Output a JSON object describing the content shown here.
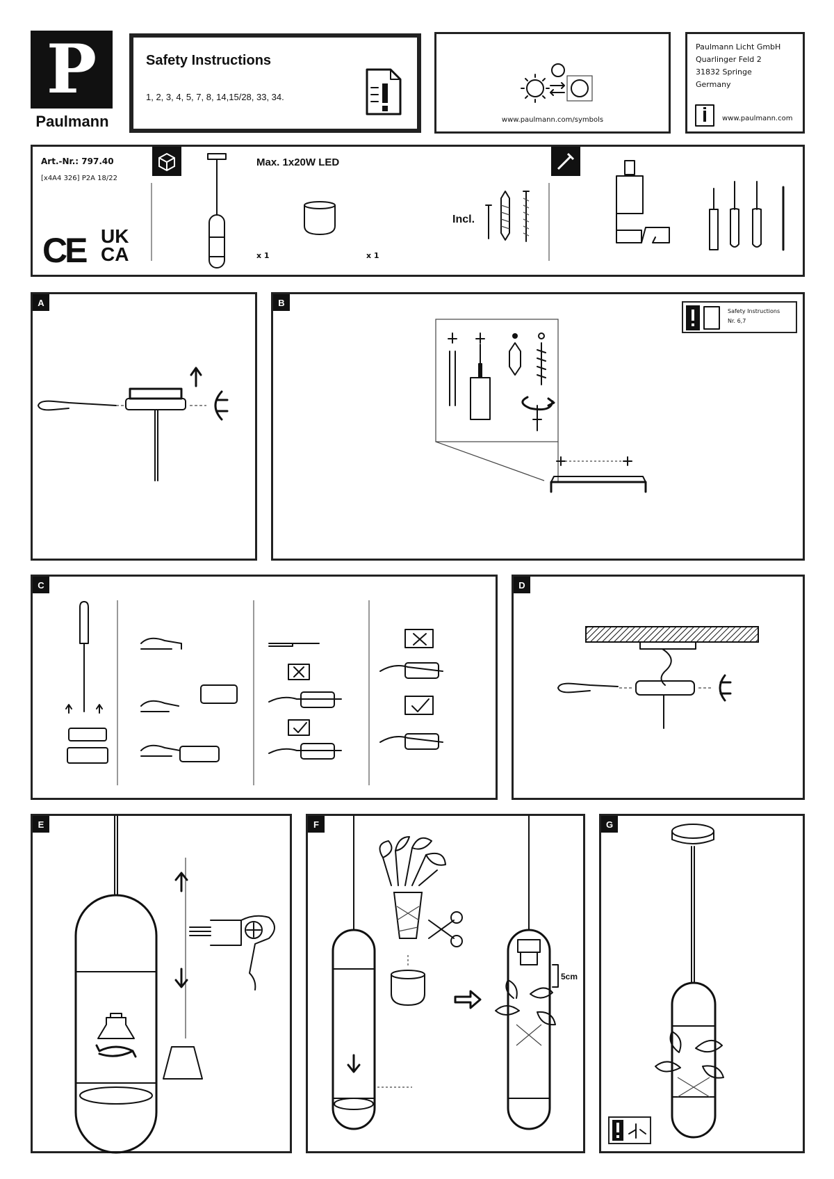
{
  "brand": {
    "logo_letter": "P",
    "name": "Paulmann"
  },
  "safety": {
    "title": "Safety Instructions",
    "items": "1, 2, 3, 4, 5, 7, 8, 14,15/28, 33, 34."
  },
  "symbols": {
    "url": "www.paulmann.com/symbols"
  },
  "company": {
    "line1": "Paulmann Licht GmbH",
    "line2": "Quarlinger Feld 2",
    "line3": "31832 Springe",
    "line4": "Germany",
    "url": "www.paulmann.com"
  },
  "product": {
    "art_label": "Art.-Nr.:",
    "art_no": "797.40",
    "ean": "[x4A4 326] P2A 18/22",
    "power": "Max. 1x20W LED",
    "qty1": "x 1",
    "qty2": "x 1",
    "incl": "Incl."
  },
  "marks": {
    "ce": "CE",
    "ukca_top": "UK",
    "ukca_bottom": "CA"
  },
  "steps": {
    "a": "A",
    "b": "B",
    "c": "C",
    "d": "D",
    "e": "E",
    "f": "F",
    "g": "G"
  },
  "step_b": {
    "note_line1": "Safety Instructions",
    "note_line2": "Nr. 6,7"
  },
  "step_f": {
    "distance": "5cm"
  },
  "step_g": {
    "note": "x"
  }
}
